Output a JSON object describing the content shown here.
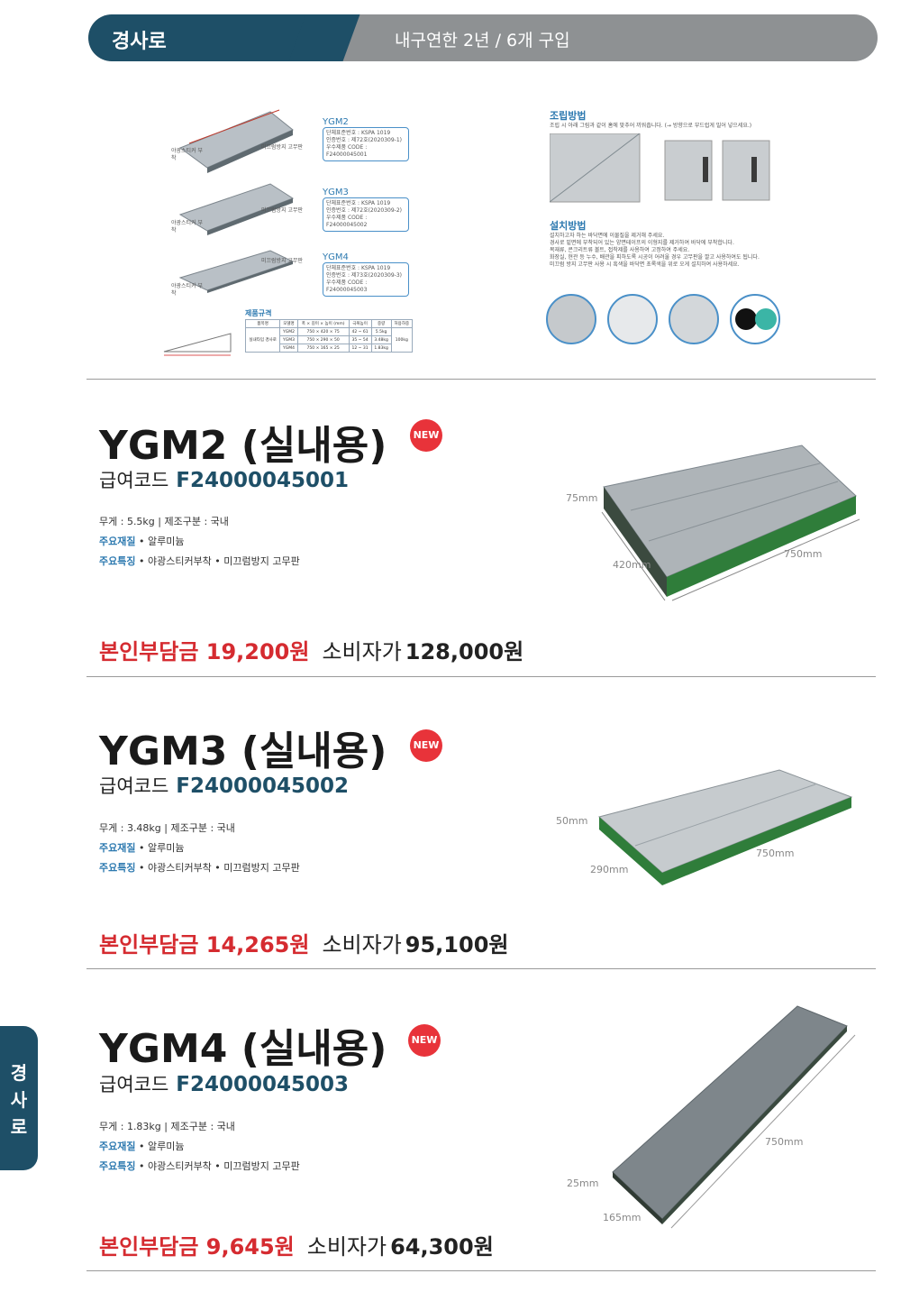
{
  "header": {
    "title": "경사로",
    "subtitle": "내구연한 2년 / 6개 구입"
  },
  "side_tab": {
    "chars": [
      "경",
      "사",
      "로"
    ]
  },
  "top_panel": {
    "models": [
      {
        "name": "YGM2",
        "line1": "단체표준번호 : KSPA 1019",
        "line2": "인증번호 : 제72호(2020309-1)",
        "line3": "우수제품 CODE : F24000045001",
        "note1": "미끄럼방지 고무판",
        "note2": "야광스티커 부착"
      },
      {
        "name": "YGM3",
        "line1": "단체표준번호 : KSPA 1019",
        "line2": "인증번호 : 제72호(2020309-2)",
        "line3": "우수제품 CODE : F24000045002",
        "note1": "미끄럼방지 고무판",
        "note2": "야광스티커 부착"
      },
      {
        "name": "YGM4",
        "line1": "단체표준번호 : KSPA 1019",
        "line2": "인증번호 : 제73호(2020309-3)",
        "line3": "우수제품 CODE : F24000045003",
        "note1": "미끄럼방지 고무판",
        "note2": "야광스티커 부착"
      }
    ],
    "spec_title": "제품규격",
    "spec_headers": [
      "품목명",
      "모델명",
      "폭 × 길이 × 높이 (mm)",
      "극복높이",
      "중량",
      "허용하중"
    ],
    "spec_group": "실내타입 경사로",
    "spec_load": "100kg",
    "spec_rows": [
      [
        "YGM2",
        "750 × 420 × 75",
        "42 ~ 61",
        "5.5kg"
      ],
      [
        "YGM3",
        "750 × 290 × 50",
        "35 ~ 54",
        "3.48kg"
      ],
      [
        "YGM4",
        "750 × 165 × 25",
        "12 ~ 31",
        "1.83kg"
      ]
    ],
    "assembly_title": "조립방법",
    "assembly_desc": "조립 시 아래 그림과 같이 홈에 맞추어 끼워줍니다. (→ 방향으로 부드럽게 밀어 넣으세요.)",
    "install_title": "설치방법",
    "install_lines": [
      "설치하고자 하는 바닥면에 이물질을 제거해 주세요.",
      "경사로 밑면에 부착되어 있는 양면테이프의 이형지를 제거하여 바닥에 부착합니다.",
      "목재류, 콘크리트류 볼트, 접착제를 사용하여 고정하여 주세요.",
      "화장실, 현관 등 누수, 배관을 피하도록 시공이 어려울 경우 고무판을 깔고 사용하여도 됩니다.",
      "미끄럼 방지 고무판 사용 시 흑색을 바닥면 초록색을 위로 오게 설치하여 사용하세요."
    ]
  },
  "products": [
    {
      "model": "YGM2",
      "type": "(실내용)",
      "badge": "NEW",
      "code_label": "급여코드",
      "code": "F24000045001",
      "weight_line": "무게 : 5.5kg | 제조구분 : 국내",
      "material_key": "주요재질",
      "material_val": " • 알루미늄",
      "feature_key": "주요특징",
      "feature_val": " • 야광스티커부착 • 미끄럼방지 고무판",
      "self_pay": "본인부담금 19,200원",
      "consumer_label": "소비자가",
      "consumer_price": "128,000원",
      "dims": {
        "height": "75mm",
        "width": "420mm",
        "length": "750mm"
      }
    },
    {
      "model": "YGM3",
      "type": "(실내용)",
      "badge": "NEW",
      "code_label": "급여코드",
      "code": "F24000045002",
      "weight_line": "무게 : 3.48kg | 제조구분 : 국내",
      "material_key": "주요재질",
      "material_val": " • 알루미늄",
      "feature_key": "주요특징",
      "feature_val": " • 야광스티커부착 • 미끄럼방지 고무판",
      "self_pay": "본인부담금 14,265원",
      "consumer_label": "소비자가",
      "consumer_price": "95,100원",
      "dims": {
        "height": "50mm",
        "width": "290mm",
        "length": "750mm"
      }
    },
    {
      "model": "YGM4",
      "type": "(실내용)",
      "badge": "NEW",
      "code_label": "급여코드",
      "code": "F24000045003",
      "weight_line": "무게 : 1.83kg | 제조구분 : 국내",
      "material_key": "주요재질",
      "material_val": " • 알루미늄",
      "feature_key": "주요특징",
      "feature_val": " • 야광스티커부착 • 미끄럼방지 고무판",
      "self_pay": "본인부담금 9,645원",
      "consumer_label": "소비자가",
      "consumer_price": "64,300원",
      "dims": {
        "height": "25mm",
        "width": "165mm",
        "length": "750mm"
      }
    }
  ],
  "colors": {
    "brand": "#1e4f67",
    "accent_red": "#d52b30",
    "label_blue": "#2e7ab0",
    "ramp_green": "#2f7d3a"
  }
}
